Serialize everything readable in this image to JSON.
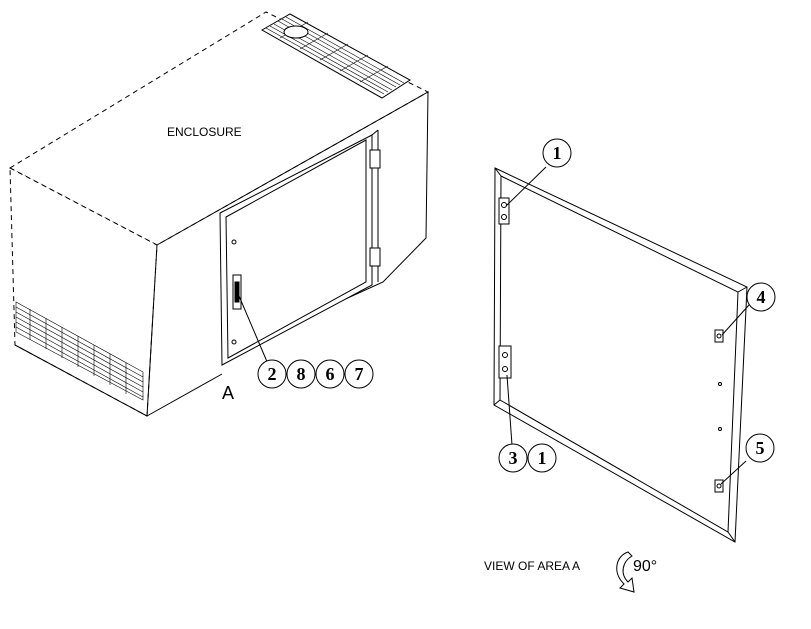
{
  "labels": {
    "enclosure": "ENCLOSURE",
    "area_marker": "A",
    "view_caption": "VIEW OF AREA A",
    "rotation": "90°"
  },
  "callouts": {
    "c2": "2",
    "c8": "8",
    "c6": "6",
    "c7": "7",
    "d1_top": "1",
    "d3": "3",
    "d1_bottom": "1",
    "d4": "4",
    "d5": "5"
  },
  "icons": {
    "rotation": "rotate-arrow-icon"
  }
}
